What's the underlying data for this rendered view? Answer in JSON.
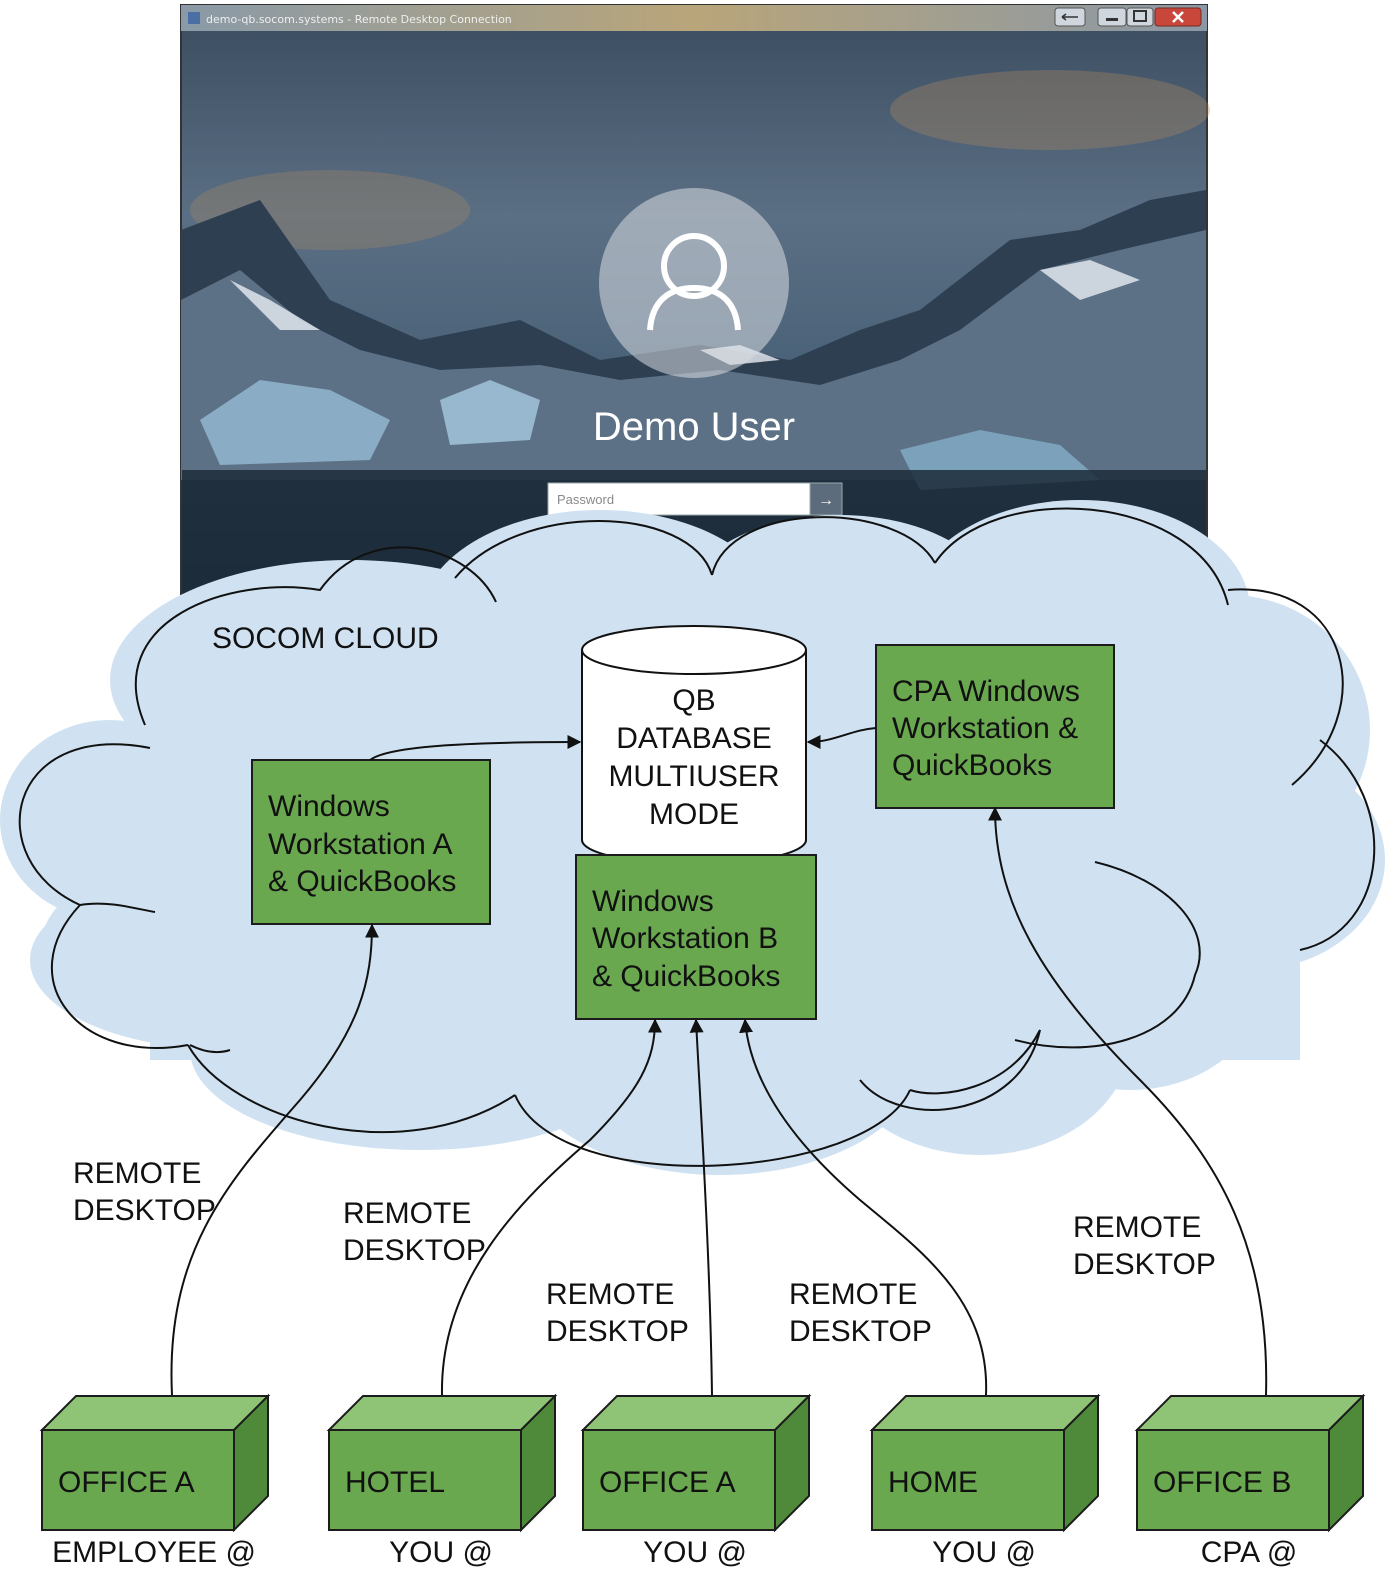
{
  "window": {
    "title": "demo-qb.socom.systems - Remote Desktop Connection",
    "user_name": "Demo User",
    "password_placeholder": "Password",
    "submit_glyph": "→",
    "controls": [
      "restore-icon",
      "minimize-icon",
      "maximize-icon",
      "close-icon"
    ]
  },
  "cloud": {
    "label": "SOCOM CLOUD",
    "fill": "#d0e2f2"
  },
  "database": {
    "lines": [
      "QB",
      "DATABASE",
      "MULTIUSER",
      "MODE"
    ]
  },
  "workstations": {
    "a": [
      "Windows",
      "Workstation A",
      "& QuickBooks"
    ],
    "b": [
      "Windows",
      "Workstation B",
      "& QuickBooks"
    ],
    "cpa": [
      "CPA Windows",
      "Workstation &",
      "QuickBooks"
    ]
  },
  "connection_label": [
    "REMOTE",
    "DESKTOP"
  ],
  "locations": [
    {
      "name": "OFFICE A",
      "user": "EMPLOYEE @"
    },
    {
      "name": "HOTEL",
      "user": "YOU @"
    },
    {
      "name": "OFFICE A",
      "user": "YOU @"
    },
    {
      "name": "HOME",
      "user": "YOU @"
    },
    {
      "name": "OFFICE B",
      "user": "CPA @"
    }
  ],
  "colors": {
    "box_green": "#69a84f",
    "box_green_top": "#8fc477",
    "box_green_side": "#4e8a3a",
    "box_border": "#1c1c1c"
  }
}
